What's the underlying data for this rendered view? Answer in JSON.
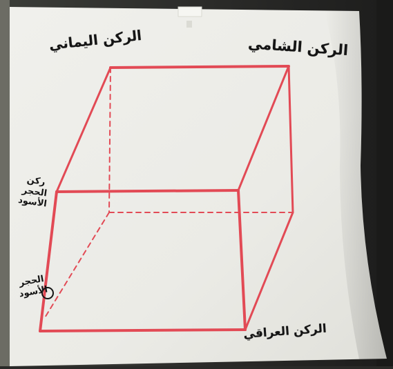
{
  "labels": {
    "top_left_corner": "الركن اليماني",
    "top_right_corner": "الركن الشامي",
    "bottom_right_corner": "الركن العراقي",
    "left_corner": [
      "ركن",
      "الحجر",
      "الأسود"
    ],
    "black_stone": [
      "الحجر",
      "الأسود"
    ]
  },
  "colors": {
    "line": "#e24a55",
    "paper": "#eeeee9",
    "ink": "#151515"
  }
}
